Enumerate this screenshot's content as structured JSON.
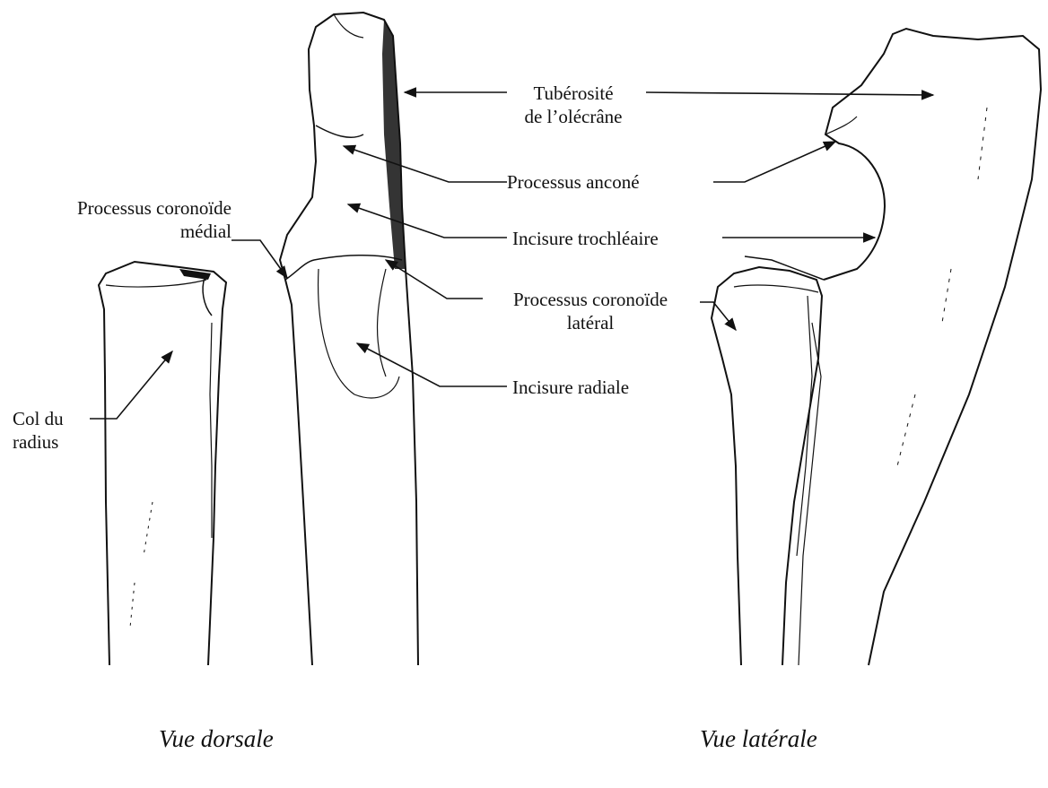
{
  "labels": {
    "tuberosite_line1": "Tubérosité",
    "tuberosite_line2": "de l’olécrâne",
    "processus_ancone": "Processus anconé",
    "processus_coronoide_medial_line1": "Processus coronoïde",
    "processus_coronoide_medial_line2": "médial",
    "incisure_trochleaire": "Incisure trochléaire",
    "processus_coronoide_lateral_line1": "Processus coronoïde",
    "processus_coronoide_lateral_line2": "latéral",
    "incisure_radiale": "Incisure radiale",
    "col_du_radius_line1": "Col du",
    "col_du_radius_line2": "radius"
  },
  "captions": {
    "dorsal": "Vue dorsale",
    "lateral": "Vue latérale"
  },
  "colors": {
    "ink": "#111111",
    "paper": "#ffffff"
  }
}
